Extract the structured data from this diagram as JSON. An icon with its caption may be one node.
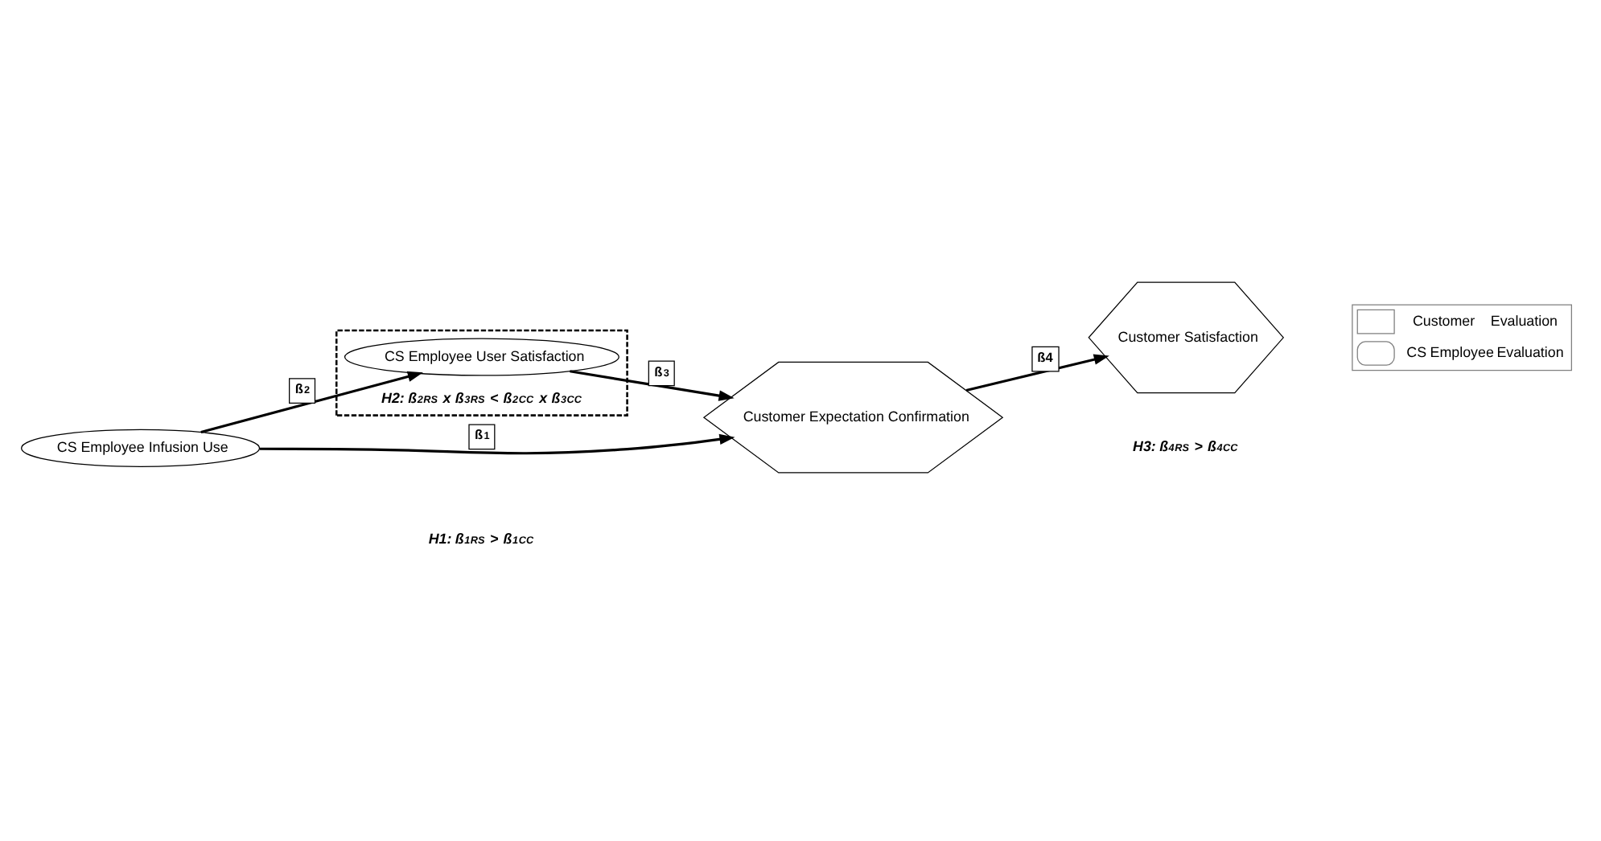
{
  "diagram": {
    "nodes": [
      {
        "text": [
          "CS Employee Infusion Use"
        ]
      },
      {
        "text": [
          "H2: ß$^{2}$$_{RS}$ x ß$^{3}$$_{RS}$ < ß$^{2}$$_{CC}$ x ß$^{3}$$_{CC}$"
        ]
      },
      {
        "text": [
          "CS Employee User Satisfaction"
        ],
        "in": 1
      },
      {
        "text": [
          "Customer Expectation Confirmation"
        ]
      },
      {
        "text": [
          "Customer Satisfaction"
        ]
      }
    ],
    "edges": [
      {
        "from": 0,
        "to": 3,
        "arrow": "to",
        "label": "ß$^{1}$"
      },
      {
        "from": 0,
        "to": 2,
        "arrow": "to",
        "label": "ß$^{2}$"
      },
      {
        "from": 2,
        "to": 3,
        "arrow": "to",
        "label": "ß$^{3}$"
      },
      {
        "from": 3,
        "to": 4,
        "arrow": "to",
        "label": "ß4"
      }
    ],
    "labels": [
      "H1: ß$^{1}$$_{RS}$ > ß$^{1}$$_{CC}$",
      "H3: ß$^{4}$$_{RS}$ > ß$^{4}$$_{CC}$"
    ],
    "legend": [
      {
        "text": "Customer Evaluation"
      },
      {
        "text": "CS Employee Evaluation"
      }
    ]
  }
}
